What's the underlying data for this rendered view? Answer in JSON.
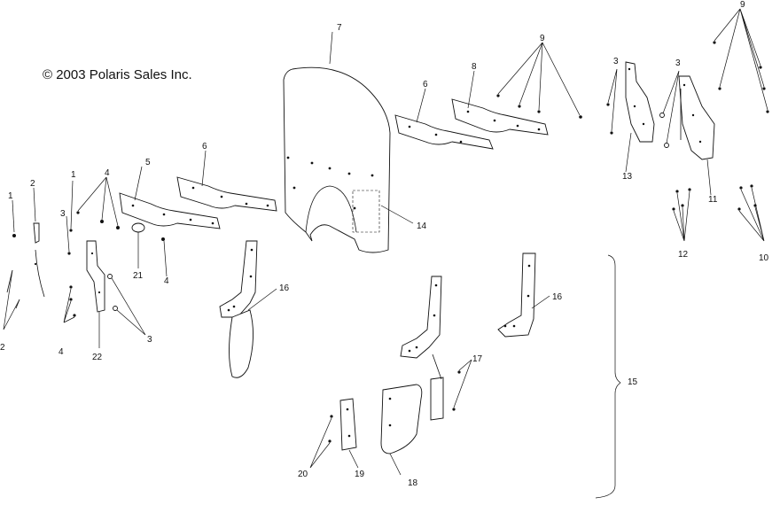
{
  "copyright": "© 2003 Polaris Sales Inc.",
  "callouts": {
    "c1a": "1",
    "c1b": "1",
    "c2": "2",
    "c2b": "2",
    "c3a": "3",
    "c3b": "3",
    "c3c": "3",
    "c3d": "3",
    "c4a": "4",
    "c4b": "4",
    "c4c": "4",
    "c5": "5",
    "c6a": "6",
    "c6b": "6",
    "c7": "7",
    "c8": "8",
    "c9a": "9",
    "c9b": "9",
    "c10": "10",
    "c11": "11",
    "c12": "12",
    "c13": "13",
    "c14": "14",
    "c15": "15",
    "c16a": "16",
    "c16b": "16",
    "c17": "17",
    "c18": "18",
    "c19": "19",
    "c20": "20",
    "c21": "21",
    "c22": "22"
  }
}
